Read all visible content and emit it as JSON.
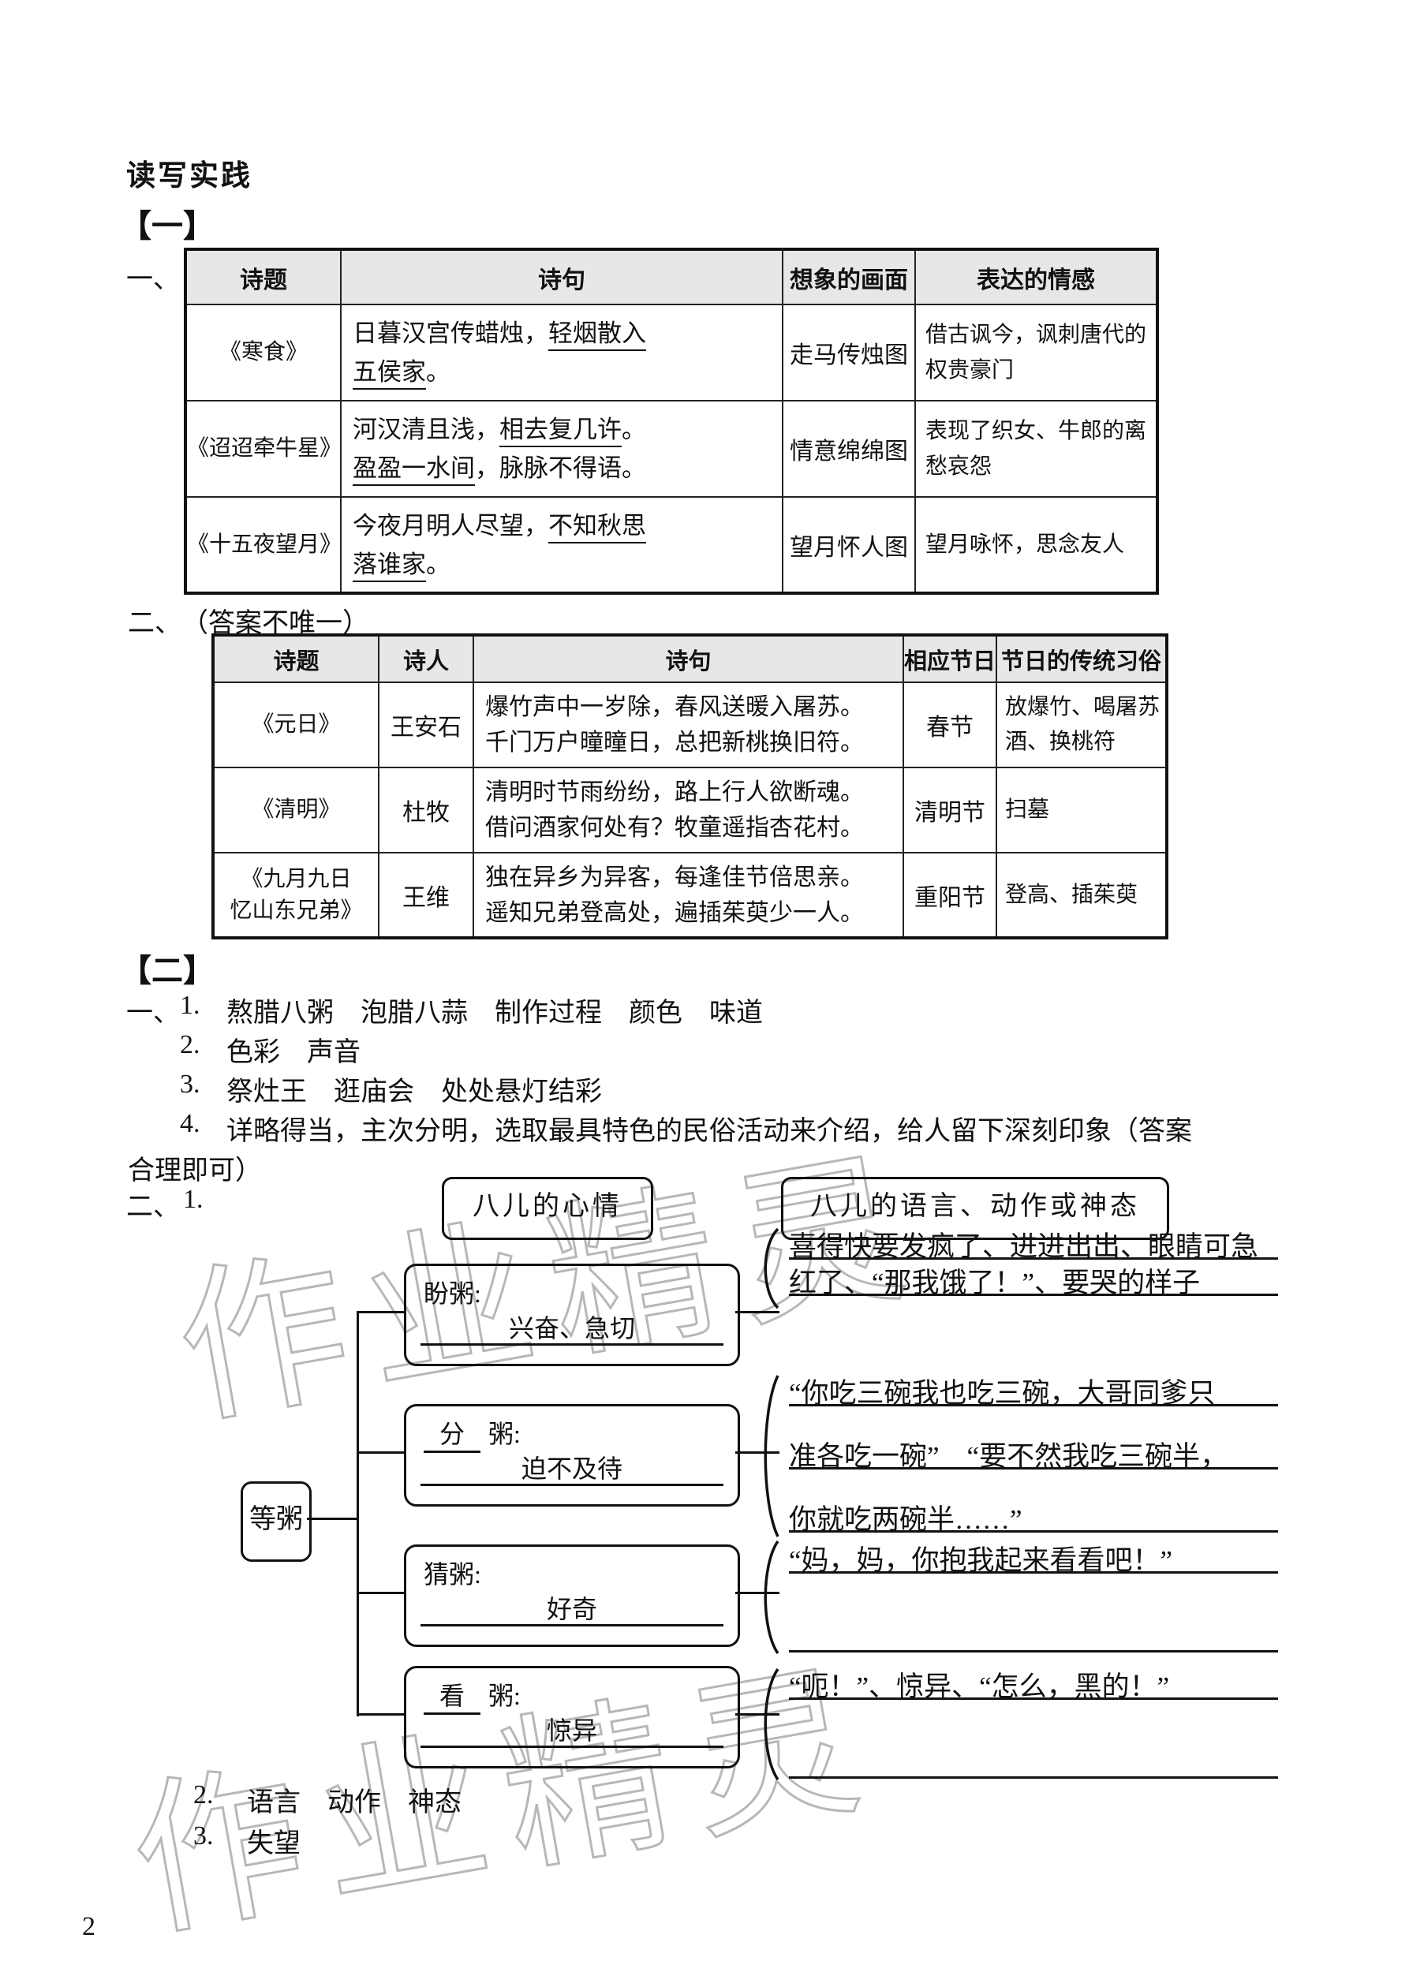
{
  "page_number": "2",
  "title": "读写实践",
  "watermark": "作业精灵",
  "part1": {
    "label": "【一】",
    "q1_label": "一、",
    "q2_label": "二、",
    "q2_note": "（答案不唯一）",
    "table1": {
      "headers": [
        "诗题",
        "诗句",
        "想象的画面",
        "表达的情感"
      ],
      "rows": [
        {
          "title": [
            "《寒食》"
          ],
          "verse_lines": [
            [
              {
                "t": "日暮汉宫传蜡烛，"
              },
              {
                "t": "轻烟散入",
                "u": true
              }
            ],
            [
              {
                "t": "五侯家",
                "u": true
              },
              {
                "t": "。"
              }
            ]
          ],
          "scene": "走马传烛图",
          "emotion_lines": [
            "借古讽今，讽刺唐代的",
            "权贵豪门"
          ]
        },
        {
          "title": [
            "《迢迢牵牛星》"
          ],
          "verse_lines": [
            [
              {
                "t": "河汉清且浅，"
              },
              {
                "t": "相去复几许",
                "u": true
              },
              {
                "t": "。"
              }
            ],
            [
              {
                "t": "盈盈一水间",
                "u": true
              },
              {
                "t": "，脉脉不得语。"
              }
            ]
          ],
          "scene": "情意绵绵图",
          "emotion_lines": [
            "表现了织女、牛郎的离",
            "愁哀怨"
          ]
        },
        {
          "title": [
            "《十五夜望月》"
          ],
          "verse_lines": [
            [
              {
                "t": "今夜月明人尽望，"
              },
              {
                "t": "不知秋思",
                "u": true
              }
            ],
            [
              {
                "t": "落谁家",
                "u": true
              },
              {
                "t": "。"
              }
            ]
          ],
          "scene": "望月怀人图",
          "emotion_lines": [
            "望月咏怀，思念友人"
          ]
        }
      ]
    },
    "table2": {
      "headers": [
        "诗题",
        "诗人",
        "诗句",
        "相应节日",
        "节日的传统习俗"
      ],
      "rows": [
        {
          "title": [
            "《元日》"
          ],
          "poet": "王安石",
          "verse_lines": [
            "爆竹声中一岁除，春风送暖入屠苏。",
            "千门万户曈曈日，总把新桃换旧符。"
          ],
          "festival": "春节",
          "customs_lines": [
            "放爆竹、喝屠苏",
            "酒、换桃符"
          ]
        },
        {
          "title": [
            "《清明》"
          ],
          "poet": "杜牧",
          "verse_lines": [
            "清明时节雨纷纷，路上行人欲断魂。",
            "借问酒家何处有？牧童遥指杏花村。"
          ],
          "festival": "清明节",
          "customs_lines": [
            "扫墓"
          ]
        },
        {
          "title": [
            "《九月九日",
            "忆山东兄弟》"
          ],
          "poet": "王维",
          "verse_lines": [
            "独在异乡为异客，每逢佳节倍思亲。",
            "遥知兄弟登高处，遍插茱萸少一人。"
          ],
          "festival": "重阳节",
          "customs_lines": [
            "登高、插茱萸"
          ]
        }
      ]
    }
  },
  "part2": {
    "label": "【二】",
    "q1_label": "一、",
    "q1_items": [
      {
        "num": "1.",
        "lines": [
          "熬腊八粥　泡腊八蒜　制作过程　颜色　味道"
        ]
      },
      {
        "num": "2.",
        "lines": [
          "色彩　声音"
        ]
      },
      {
        "num": "3.",
        "lines": [
          "祭灶王　逛庙会　处处悬灯结彩"
        ]
      },
      {
        "num": "4.",
        "lines": [
          "详略得当，主次分明，选取最具特色的民俗活动来介绍，给人留下深刻印象（答案",
          "合理即可）"
        ]
      }
    ],
    "q2_label": "二、",
    "q2_first_num": "1.",
    "q2_items_after": [
      {
        "num": "2.",
        "lines": [
          "语言　动作　神态"
        ]
      },
      {
        "num": "3.",
        "lines": [
          "失望"
        ]
      }
    ],
    "diagram": {
      "legend_left": "八儿的心情",
      "legend_right": "八儿的语言、动作或神态",
      "root": "等粥",
      "branches": [
        {
          "label_blank": "",
          "label": "盼粥:",
          "answer": "兴奋、急切",
          "right_lines": [
            "喜得快要发疯了、进进出出、眼睛可急",
            "红了、“那我饿了！”、要哭的样子"
          ]
        },
        {
          "label_blank": "分",
          "label": "粥:",
          "answer": "迫不及待",
          "right_lines": [
            "“你吃三碗我也吃三碗，大哥同爹只",
            "准各吃一碗”　“要不然我吃三碗半，",
            "你就吃两碗半……”"
          ]
        },
        {
          "label_blank": "",
          "label": "猜粥:",
          "answer": "好奇",
          "right_lines": [
            "“妈，妈，你抱我起来看看吧！”",
            ""
          ]
        },
        {
          "label_blank": "看",
          "label": "粥:",
          "answer": "惊异",
          "right_lines": [
            "“呃！”、惊异、“怎么，黑的！”",
            ""
          ]
        }
      ]
    }
  }
}
